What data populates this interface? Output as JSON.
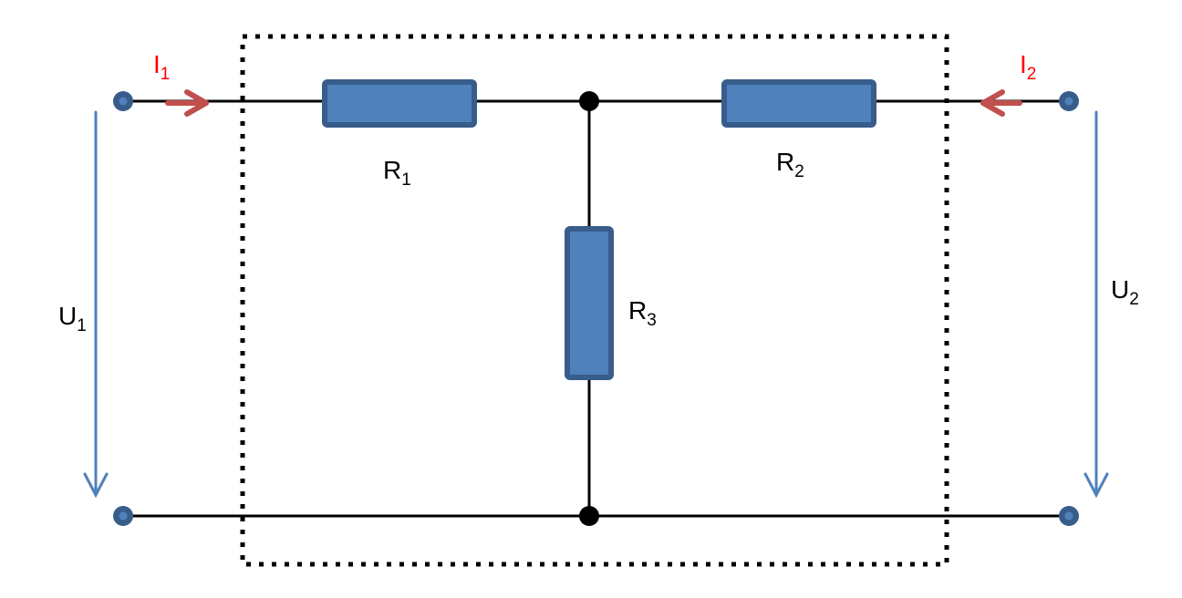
{
  "diagram": {
    "type": "T-network two-port circuit",
    "colors": {
      "wire": "#000000",
      "resistor_fill": "#4f81bd",
      "resistor_stroke": "#385d8a",
      "terminal": "#385d8a",
      "voltage_arrow": "#4f81bd",
      "current_arrow": "#c0504d",
      "current_label": "#ff0000",
      "boundary": "#000000"
    },
    "resistors": [
      {
        "id": "R1",
        "name": "R",
        "sub": "1",
        "orientation": "horizontal"
      },
      {
        "id": "R2",
        "name": "R",
        "sub": "2",
        "orientation": "horizontal"
      },
      {
        "id": "R3",
        "name": "R",
        "sub": "3",
        "orientation": "vertical"
      }
    ],
    "currents": [
      {
        "id": "I1",
        "name": "I",
        "sub": "1",
        "direction": "right"
      },
      {
        "id": "I2",
        "name": "I",
        "sub": "2",
        "direction": "left"
      }
    ],
    "voltages": [
      {
        "id": "U1",
        "name": "U",
        "sub": "1",
        "direction": "down"
      },
      {
        "id": "U2",
        "name": "U",
        "sub": "2",
        "direction": "down"
      }
    ],
    "boundary_style": "dotted"
  }
}
